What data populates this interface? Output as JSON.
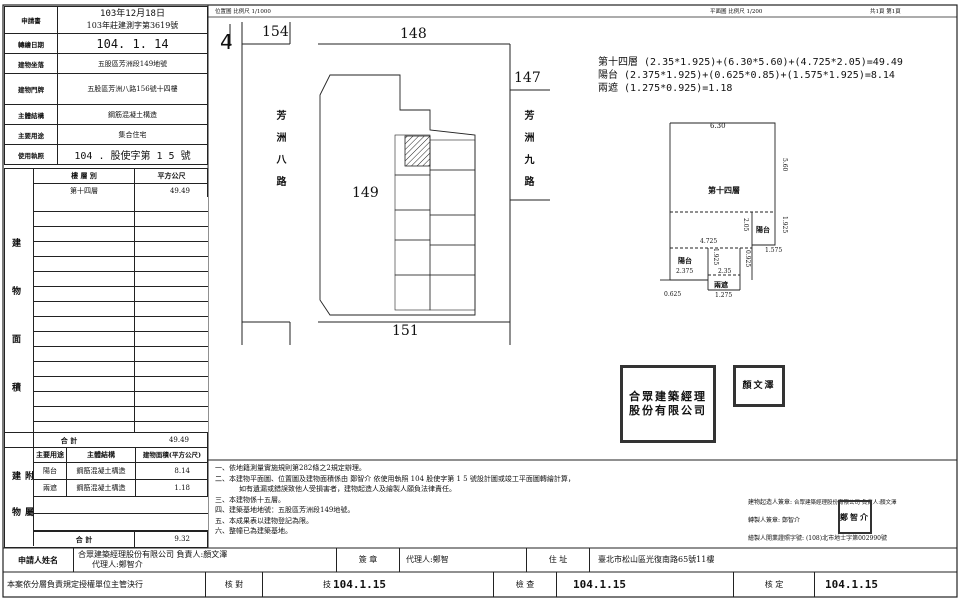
{
  "header": {
    "applicant_no_label": "申請書",
    "date_line": "103年12月18日",
    "survey_no": "103年莊建測字第3619號",
    "register_date_label": "轉繪日期",
    "register_date": "104. 1. 14",
    "lot_label": "建物坐落",
    "lot": "五股區芳洲段149地號",
    "door_label": "建物門牌",
    "door": "五股區芳洲八路156號十四樓",
    "struct_label": "主體結構",
    "struct": "鋼筋混凝土構造",
    "use_label": "主要用途",
    "use": "集合住宅",
    "license_label": "使用執照",
    "license": "104 . 股使字第 1 5 號"
  },
  "area_table": {
    "floor_col": "樓 層 別",
    "area_col": "平方公尺",
    "section_label": "建 物 面 積",
    "rows": [
      {
        "floor": "第十四層",
        "area": "49.49"
      }
    ],
    "total_label": "合 計",
    "total": "49.49"
  },
  "attached": {
    "section_label": "附 屬 建 物",
    "col_use": "主要用途",
    "col_struct": "主體結構",
    "col_area": "建物面積(平方公尺)",
    "rows": [
      {
        "use": "陽台",
        "struct": "鋼筋混凝土構造",
        "area": "8.14"
      },
      {
        "use": "兩遮",
        "struct": "鋼筋混凝土構造",
        "area": "1.18"
      }
    ],
    "total_label": "合 計",
    "total": "9.32"
  },
  "map": {
    "location_label": "位置圖 比例尺 1/1000",
    "plan_label": "平面圖 比例尺 1/200",
    "pages": "共1頁 第1頁",
    "lots": {
      "top": "148",
      "left_top": "154",
      "right_top": "147",
      "center": "149",
      "bottom": "151"
    },
    "road_left": "芳洲八路",
    "road_right": "芳洲九路",
    "north_mark": "4"
  },
  "plan": {
    "formula_1": "第十四層 (2.35*1.925)+(6.30*5.60)+(4.725*2.05)=49.49",
    "formula_2": "陽台 (2.375*1.925)+(0.625*0.85)+(1.575*1.925)=8.14",
    "formula_3": "兩遮 (1.275*0.925)=1.18",
    "floor_label": "第十四層",
    "balcony_label": "陽台",
    "rain_label": "兩遮",
    "dims": {
      "top": "6.30",
      "right": "5.60",
      "r2": "1.925",
      "a": "2.05",
      "b": "4.725",
      "c": "1.575",
      "d": "2.375",
      "e": "2.35",
      "f": "0.625",
      "g": "1.275",
      "h": "1.925",
      "i": "0.925"
    }
  },
  "notes": [
    "一、依地籍測量實施規則第282條之2規定辦理。",
    "二、本建物平面圖、位置圖及建物面積係由 鄭智介 依使用執照 104 股使字第 1 5 號設計圖或竣工平面圖轉繪計算，",
    "如有遺漏或錯誤致他人受損害者，建物起造人及繪製人願負法律責任。",
    "三、本建物係十五層。",
    "四、建築基地地號：五股區芳洲段149地號。",
    "五、本成果表以建物登記為限。",
    "六、整幢已為建築基地。"
  ],
  "signers": {
    "builder_label": "建物起造人簽章:",
    "builder": "合眾建築經理股份有限公司 負責人:顏文澤",
    "drawer_label": "轉製人簽章:",
    "drawer": "鄭智介",
    "license_label": "繪製人開業證照字號:",
    "license": "(108)北市地士字第002990號"
  },
  "bottom": {
    "applicant_label": "申請人姓名",
    "applicant": "合眾建築經理股份有限公司 負責人:顏文澤",
    "agent": "代理人:鄭智介",
    "sign_label": "簽 章",
    "agent_label": "代理人:鄭智",
    "address_label": "住 址",
    "address": "臺北市松山區光復南路65號11樓",
    "note_left": "本案依分層負責規定授權單位主管決行",
    "check_label": "核 對",
    "check_stamp": "104.1.15",
    "review_label": "檢 查",
    "review_stamp": "104.1.15",
    "verify_label": "核 定",
    "verify_stamp": "104.1.15",
    "tech_label": "技"
  },
  "seals": {
    "seal_a": "合眾建築經理股份有限公司",
    "seal_b": "顏文澤",
    "seal_c": "鄭智介"
  }
}
